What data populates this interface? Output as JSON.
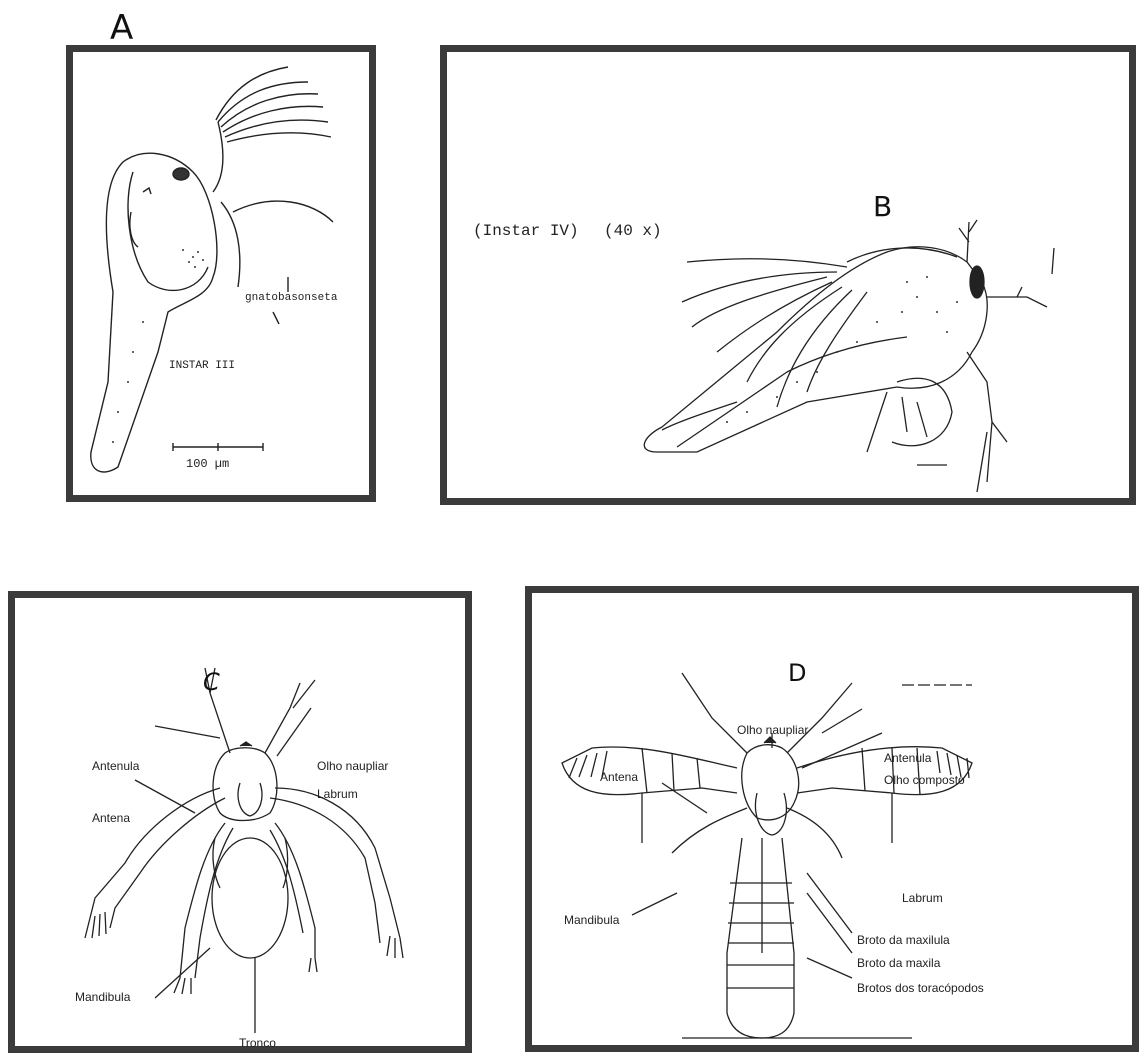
{
  "panel_a": {
    "letter": "A",
    "gnathobase_label": "gnatobasonseta",
    "stage_label": "INSTAR III",
    "scale_label": "100  µm"
  },
  "panel_b": {
    "letter": "B",
    "stage_label": "(Instar IV)",
    "magnification": "(40 x)"
  },
  "panel_c": {
    "letter": "C",
    "labels": {
      "antenula": "Antenula",
      "olho_naupliar": "Olho naupliar",
      "labrum": "Labrum",
      "antena": "Antena",
      "mandibula": "Mandibula",
      "tronco": "Tronco"
    }
  },
  "panel_d": {
    "letter": "D",
    "labels": {
      "olho_naupliar": "Olho naupliar",
      "antenula": "Antenula",
      "olho_composto": "Olho composto",
      "antena": "Antena",
      "labrum": "Labrum",
      "mandibula": "Mandibula",
      "broto_maxilula": "Broto da maxilula",
      "broto_maxila": "Broto da maxila",
      "brotos_toracopodos": "Brotos dos toracópodos"
    }
  }
}
